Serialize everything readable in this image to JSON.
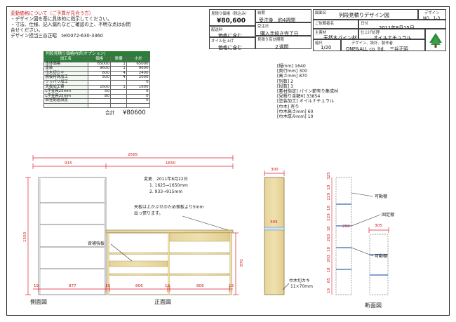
{
  "notice": {
    "line1": "変動価格について（ご予算が見合う方）",
    "line2": "・デザイン図を基に具体的に指示してください。",
    "line3": "・寸法、仕様、記入漏れなどご確認の上、不明な点はお問",
    "line4": "合せください。",
    "line5": "デザイン担当三谷正昭　tel0072-630-3360"
  },
  "header": {
    "price_label": "見積り価格（税込み）",
    "price_value": "¥80,600",
    "delivery_label": "配送料",
    "delivery_value": "価格に含む",
    "oil_label": "オイル仕上げ",
    "oil_value": "価格に含む",
    "leadtime_label": "納期",
    "leadtime_value": "受注後　約4週間",
    "order_label": "受注日",
    "order_value": "購入手続き完了日",
    "validity_label": "見積り有効期限",
    "validity_value": "２週間",
    "drawing_name_label": "図面名",
    "drawing_name_value": "列段見積りデザイン図",
    "design_label": "デザイン",
    "design_value": "NO　1-3",
    "customer_label": "ご依頼者名",
    "date_label": "日付",
    "date_value": "2011年8月15日",
    "material_label": "主素材",
    "material_value": "天然木パイン材",
    "finish_label": "仕上げ処理",
    "finish_value": "オイルナチュラル",
    "scale_label": "縮尺",
    "scale_value": "1/20",
    "maker_label": "デザイン、設計、製作者",
    "maker_value": "ONE&ALL co. ltd.　三谷正昭",
    "logo_icon": "tree-logo-icon"
  },
  "estimate": {
    "title": "列段見積り価格内訳(オプション)",
    "columns": [
      "加工名",
      "価格",
      "数量",
      "小計"
    ],
    "rows": [
      [
        "本体価格",
        "65000",
        "1",
        "65000"
      ],
      [
        "塗装",
        "9600",
        "1",
        "9600"
      ],
      [
        "巾木切カキ",
        "600",
        "4",
        "2400"
      ],
      [
        "側板特殊加工",
        "500",
        "4",
        "2000"
      ],
      [
        "ツッパリ加工",
        "",
        "",
        "0"
      ],
      [
        "天板加工費",
        "1600",
        "1",
        "1600"
      ],
      [
        "L字金具25mm",
        "50",
        "",
        "0"
      ],
      [
        "L字金具35mm",
        "80",
        "",
        "0"
      ],
      [
        "自社配送設置",
        "",
        "",
        "0"
      ],
      [
        "",
        "",
        "",
        ""
      ]
    ],
    "total_label": "合計",
    "total_value": "¥80600"
  },
  "specs": {
    "width": "[幅mm] 1640",
    "depth": "[奥行mm] 300",
    "height": "[高さmm] 870",
    "cols": "[列数] 2",
    "rows": "[段数] 3",
    "material": "[素材指定] パイン節有り集成材",
    "price": "[見積り金額¥] 33854",
    "paint": "[塗装加工] オイルナチュラル",
    "kickboard": "[巾木] 有り",
    "kick_height": "[巾木高さmm] 60",
    "kick_thick": "[巾木厚みmm] 10"
  },
  "drawing": {
    "total_width": "2565",
    "w915": "915",
    "w1650": "1650",
    "w300": "300",
    "h1550": "1550",
    "h870": "870",
    "b19a": "19",
    "b877": "877",
    "b19b": "19",
    "b806a": "806",
    "b19c": "19",
    "b806b": "806",
    "b19d": "19",
    "depth305a": "305",
    "depth290": "290",
    "depth305b": "305",
    "change_note_1": "変更　2011年8月22日",
    "change_note_2": "1. 1625→1650mm",
    "change_note_3": "2. 933→915mm",
    "top_note_1": "天板は上かぶせのため側板より5mm",
    "top_note_2": "出っ張ります。",
    "back_board": "背補強板",
    "kick_note_1": "巾木切カキ",
    "kick_note_2": "11×70mm",
    "movable_shelf_1": "可動棚",
    "fixed_shelf": "固定棚",
    "movable_shelf_2": "可動棚",
    "side_view": "側面図",
    "front_view": "正面図",
    "section_view": "断面図",
    "sec_h": [
      "325",
      "18",
      "229",
      "18",
      "229",
      "18",
      "263",
      "18",
      "263",
      "18",
      "65",
      "19"
    ]
  }
}
